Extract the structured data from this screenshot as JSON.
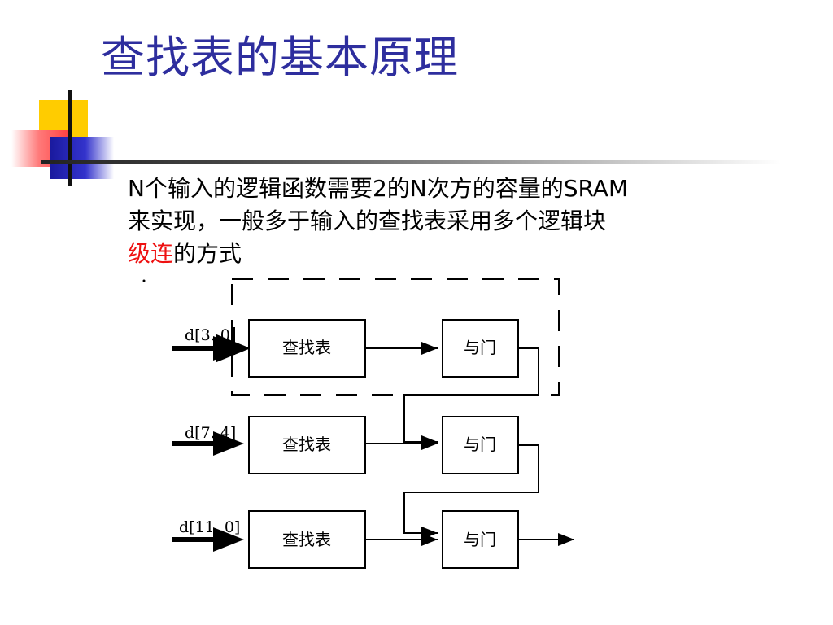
{
  "slide": {
    "title": "查找表的基本原理",
    "body_line1": "N个输入的逻辑函数需要2的N次方的容量的SRAM",
    "body_line2": "来实现，一般多于输入的查找表采用多个逻辑块",
    "body_highlight": "级连",
    "body_line3_rest": "的方式"
  },
  "diagram": {
    "inputs": [
      "d[3..0]",
      "d[7..4]",
      "d[11..0]"
    ],
    "lut_label": "查找表",
    "and_label": "与门"
  },
  "colors": {
    "title": "#2e2e9e",
    "highlight": "#ee1111",
    "accent_yellow": "#ffcc00",
    "accent_red": "#ff3a3a",
    "accent_blue": "#3333cc"
  }
}
